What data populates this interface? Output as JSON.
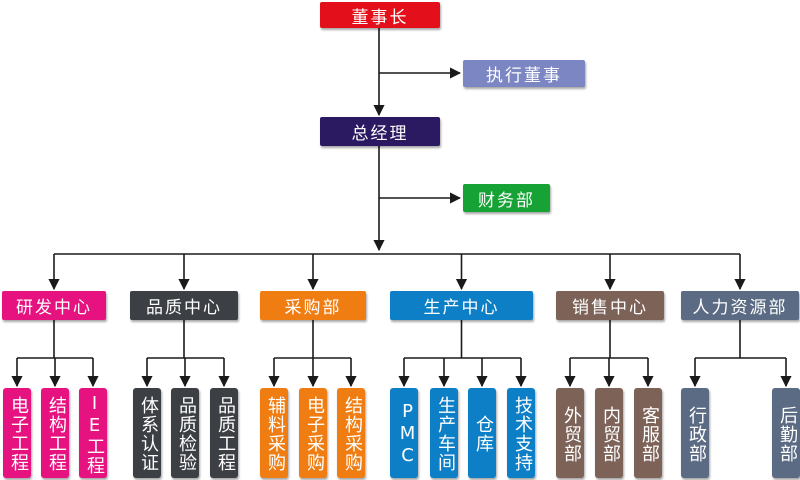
{
  "colors": {
    "line": "#1a1a1a",
    "chairman": "#e3101c",
    "exec": "#7b86c3",
    "gm": "#2b1a62",
    "finance": "#16a235",
    "rd": "#e5127f",
    "qa": "#3c3f44",
    "purchase": "#ef7d12",
    "production": "#0d7fc6",
    "sales": "#7d6258",
    "hr": "#5b6b83"
  },
  "top": {
    "chairman": "董事长",
    "executive_director": "执行董事",
    "general_manager": "总经理",
    "finance": "财务部"
  },
  "departments": [
    {
      "key": "rd",
      "label": "研发中心",
      "units": [
        "电子工程",
        "结构工程",
        "IE工程"
      ]
    },
    {
      "key": "qa",
      "label": "品质中心",
      "units": [
        "体系认证",
        "品质检验",
        "品质工程"
      ]
    },
    {
      "key": "purchase",
      "label": "采购部",
      "units": [
        "辅料采购",
        "电子采购",
        "结构采购"
      ]
    },
    {
      "key": "production",
      "label": "生产中心",
      "units": [
        "PMC",
        "生产车间",
        "仓库",
        "技术支持"
      ]
    },
    {
      "key": "sales",
      "label": "销售中心",
      "units": [
        "外贸部",
        "内贸部",
        "客服部"
      ]
    },
    {
      "key": "hr",
      "label": "人力资源部",
      "units": [
        "行政部",
        "后勤部"
      ]
    }
  ]
}
